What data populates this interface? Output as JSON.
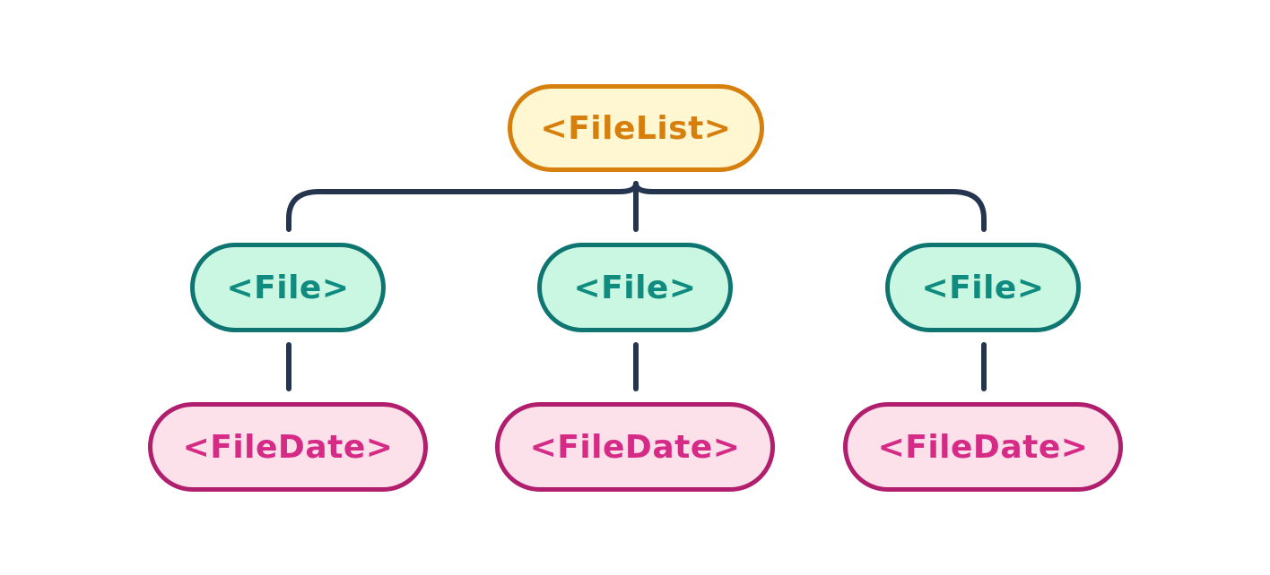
{
  "diagram": {
    "root": {
      "label": "<FileList>"
    },
    "children": [
      {
        "label": "<File>",
        "child": {
          "label": "<FileDate>"
        }
      },
      {
        "label": "<File>",
        "child": {
          "label": "<FileDate>"
        }
      },
      {
        "label": "<File>",
        "child": {
          "label": "<FileDate>"
        }
      }
    ]
  },
  "colors": {
    "connector": "#253550",
    "root_fill": "#fff7d1",
    "root_stroke": "#d67f0d",
    "file_fill": "#c9f7e1",
    "file_stroke": "#0f7570",
    "file_text": "#0f8c7f",
    "date_fill": "#fde1ea",
    "date_stroke": "#b01e6d",
    "date_text": "#d52a86"
  }
}
